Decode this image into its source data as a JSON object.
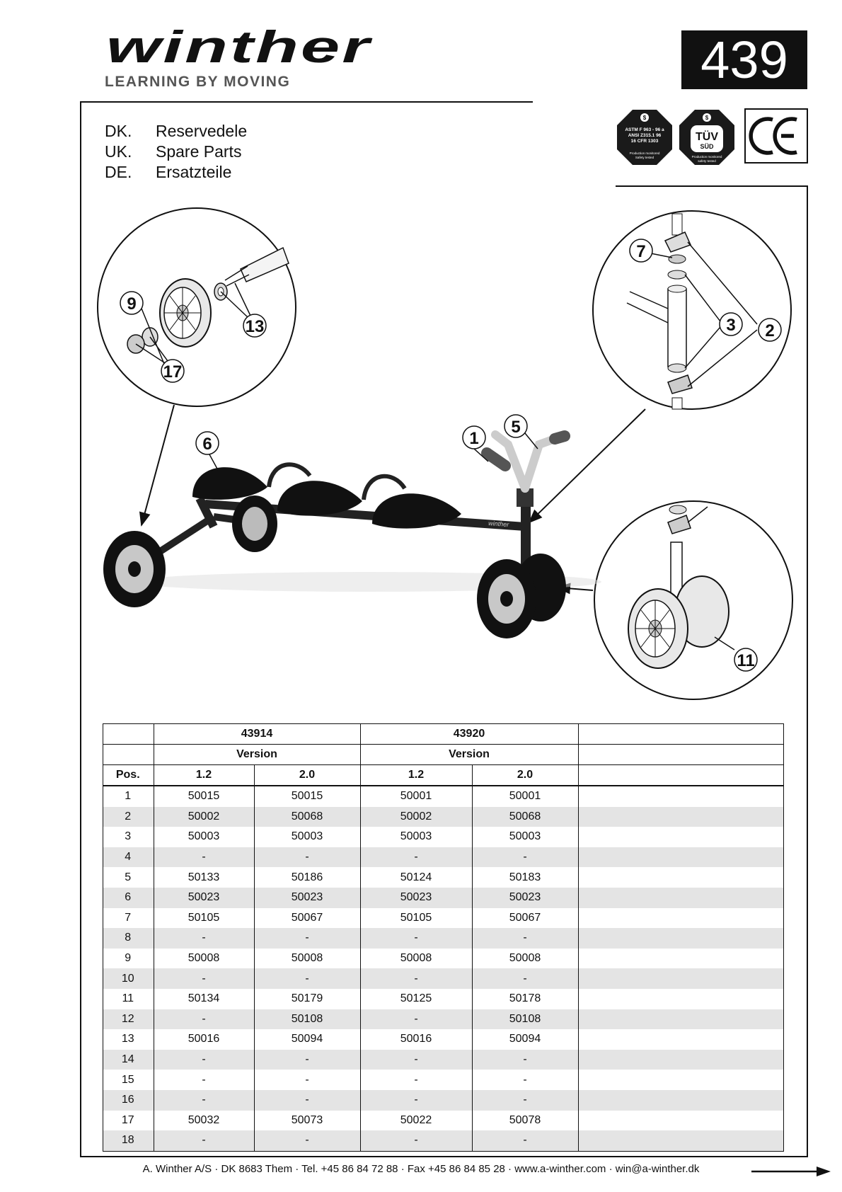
{
  "header": {
    "brand": "winther",
    "tagline": "LEARNING BY MOVING",
    "model_number": "439"
  },
  "languages": [
    {
      "code": "DK.",
      "label": "Reservedele"
    },
    {
      "code": "UK.",
      "label": "Spare Parts"
    },
    {
      "code": "DE.",
      "label": "Ersatzteile"
    }
  ],
  "certifications": {
    "astm_lines": [
      "ASTM F 963 - 96 a",
      "ANSI Z315.1 96",
      "16 CFR 1303"
    ],
    "astm_footer": [
      "Production monitored",
      "Safety tested"
    ],
    "tuv_lines": [
      "TÜV",
      "SÜD"
    ],
    "tuv_footer": [
      "Production monitored",
      "safety tested"
    ],
    "ce_mark": "CE"
  },
  "callouts": {
    "detail_left": [
      "9",
      "13",
      "17"
    ],
    "detail_top_right": [
      "7",
      "3",
      "2"
    ],
    "detail_bottom_right": [
      "11"
    ],
    "main": [
      "6",
      "1",
      "5"
    ],
    "frame_logo": "winther"
  },
  "table": {
    "products": [
      "43914",
      "43920"
    ],
    "version_label": "Version",
    "pos_label": "Pos.",
    "versions": [
      "1.2",
      "2.0",
      "1.2",
      "2.0"
    ],
    "rows": [
      [
        "1",
        "50015",
        "50015",
        "50001",
        "50001"
      ],
      [
        "2",
        "50002",
        "50068",
        "50002",
        "50068"
      ],
      [
        "3",
        "50003",
        "50003",
        "50003",
        "50003"
      ],
      [
        "4",
        "-",
        "-",
        "-",
        "-"
      ],
      [
        "5",
        "50133",
        "50186",
        "50124",
        "50183"
      ],
      [
        "6",
        "50023",
        "50023",
        "50023",
        "50023"
      ],
      [
        "7",
        "50105",
        "50067",
        "50105",
        "50067"
      ],
      [
        "8",
        "-",
        "-",
        "-",
        "-"
      ],
      [
        "9",
        "50008",
        "50008",
        "50008",
        "50008"
      ],
      [
        "10",
        "-",
        "-",
        "-",
        "-"
      ],
      [
        "11",
        "50134",
        "50179",
        "50125",
        "50178"
      ],
      [
        "12",
        "-",
        "50108",
        "-",
        "50108"
      ],
      [
        "13",
        "50016",
        "50094",
        "50016",
        "50094"
      ],
      [
        "14",
        "-",
        "-",
        "-",
        "-"
      ],
      [
        "15",
        "-",
        "-",
        "-",
        "-"
      ],
      [
        "16",
        "-",
        "-",
        "-",
        "-"
      ],
      [
        "17",
        "50032",
        "50073",
        "50022",
        "50078"
      ],
      [
        "18",
        "-",
        "-",
        "-",
        "-"
      ]
    ]
  },
  "footer": {
    "text": "A. Winther A/S · DK 8683 Them · Tel. +45 86 84 72 88 · Fax +45 86 84 85 28 · www.a-winther.com · win@a-winther.dk"
  }
}
